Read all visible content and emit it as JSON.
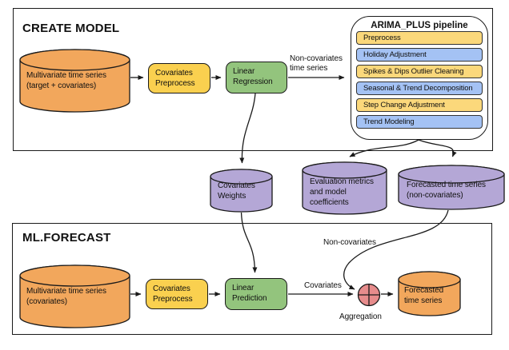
{
  "create_model": {
    "title": "CREATE MODEL",
    "input_db": "Multivariate time series\n(target + covariates)",
    "preprocess_box": "Covariates\nPreprocess",
    "regression_box": "Linear\nRegression",
    "arrow_label": "Non-covariates\ntime series",
    "pipeline": {
      "title": "ARIMA_PLUS pipeline",
      "steps": [
        {
          "label": "Preprocess",
          "tone": "yellow"
        },
        {
          "label": "Holiday Adjustment",
          "tone": "blue"
        },
        {
          "label": "Spikes & Dips Outlier Cleaning",
          "tone": "yellow"
        },
        {
          "label": "Seasonal & Trend Decomposition",
          "tone": "blue"
        },
        {
          "label": "Step Change Adjustment",
          "tone": "yellow"
        },
        {
          "label": "Trend Modeling",
          "tone": "blue"
        }
      ]
    }
  },
  "artifacts": {
    "covariates_weights_db": "Covariates\nWeights",
    "evaluation_db": "Evaluation metrics\nand model\ncoefficients",
    "forecast_noncov_db": "Forecasted time series\n(non-covariates)"
  },
  "ml_forecast": {
    "title": "ML.FORECAST",
    "input_db": "Multivariate time series\n(covariates)",
    "preprocess_box": "Covariates\nPreprocess",
    "prediction_box": "Linear\nPrediction",
    "covariates_label": "Covariates",
    "noncovariates_label": "Non-covariates",
    "aggregation_label": "Aggregation",
    "output_db": "Forecasted\ntime series"
  },
  "colors": {
    "orange": "#F2A75C",
    "yellow": "#FAD04F",
    "pipeline_yellow": "#FBD87B",
    "blue": "#A4C2F4",
    "green": "#93C47D",
    "purple": "#B4A7D6",
    "pink": "#E78C8C",
    "line": "#1a1a1a"
  }
}
